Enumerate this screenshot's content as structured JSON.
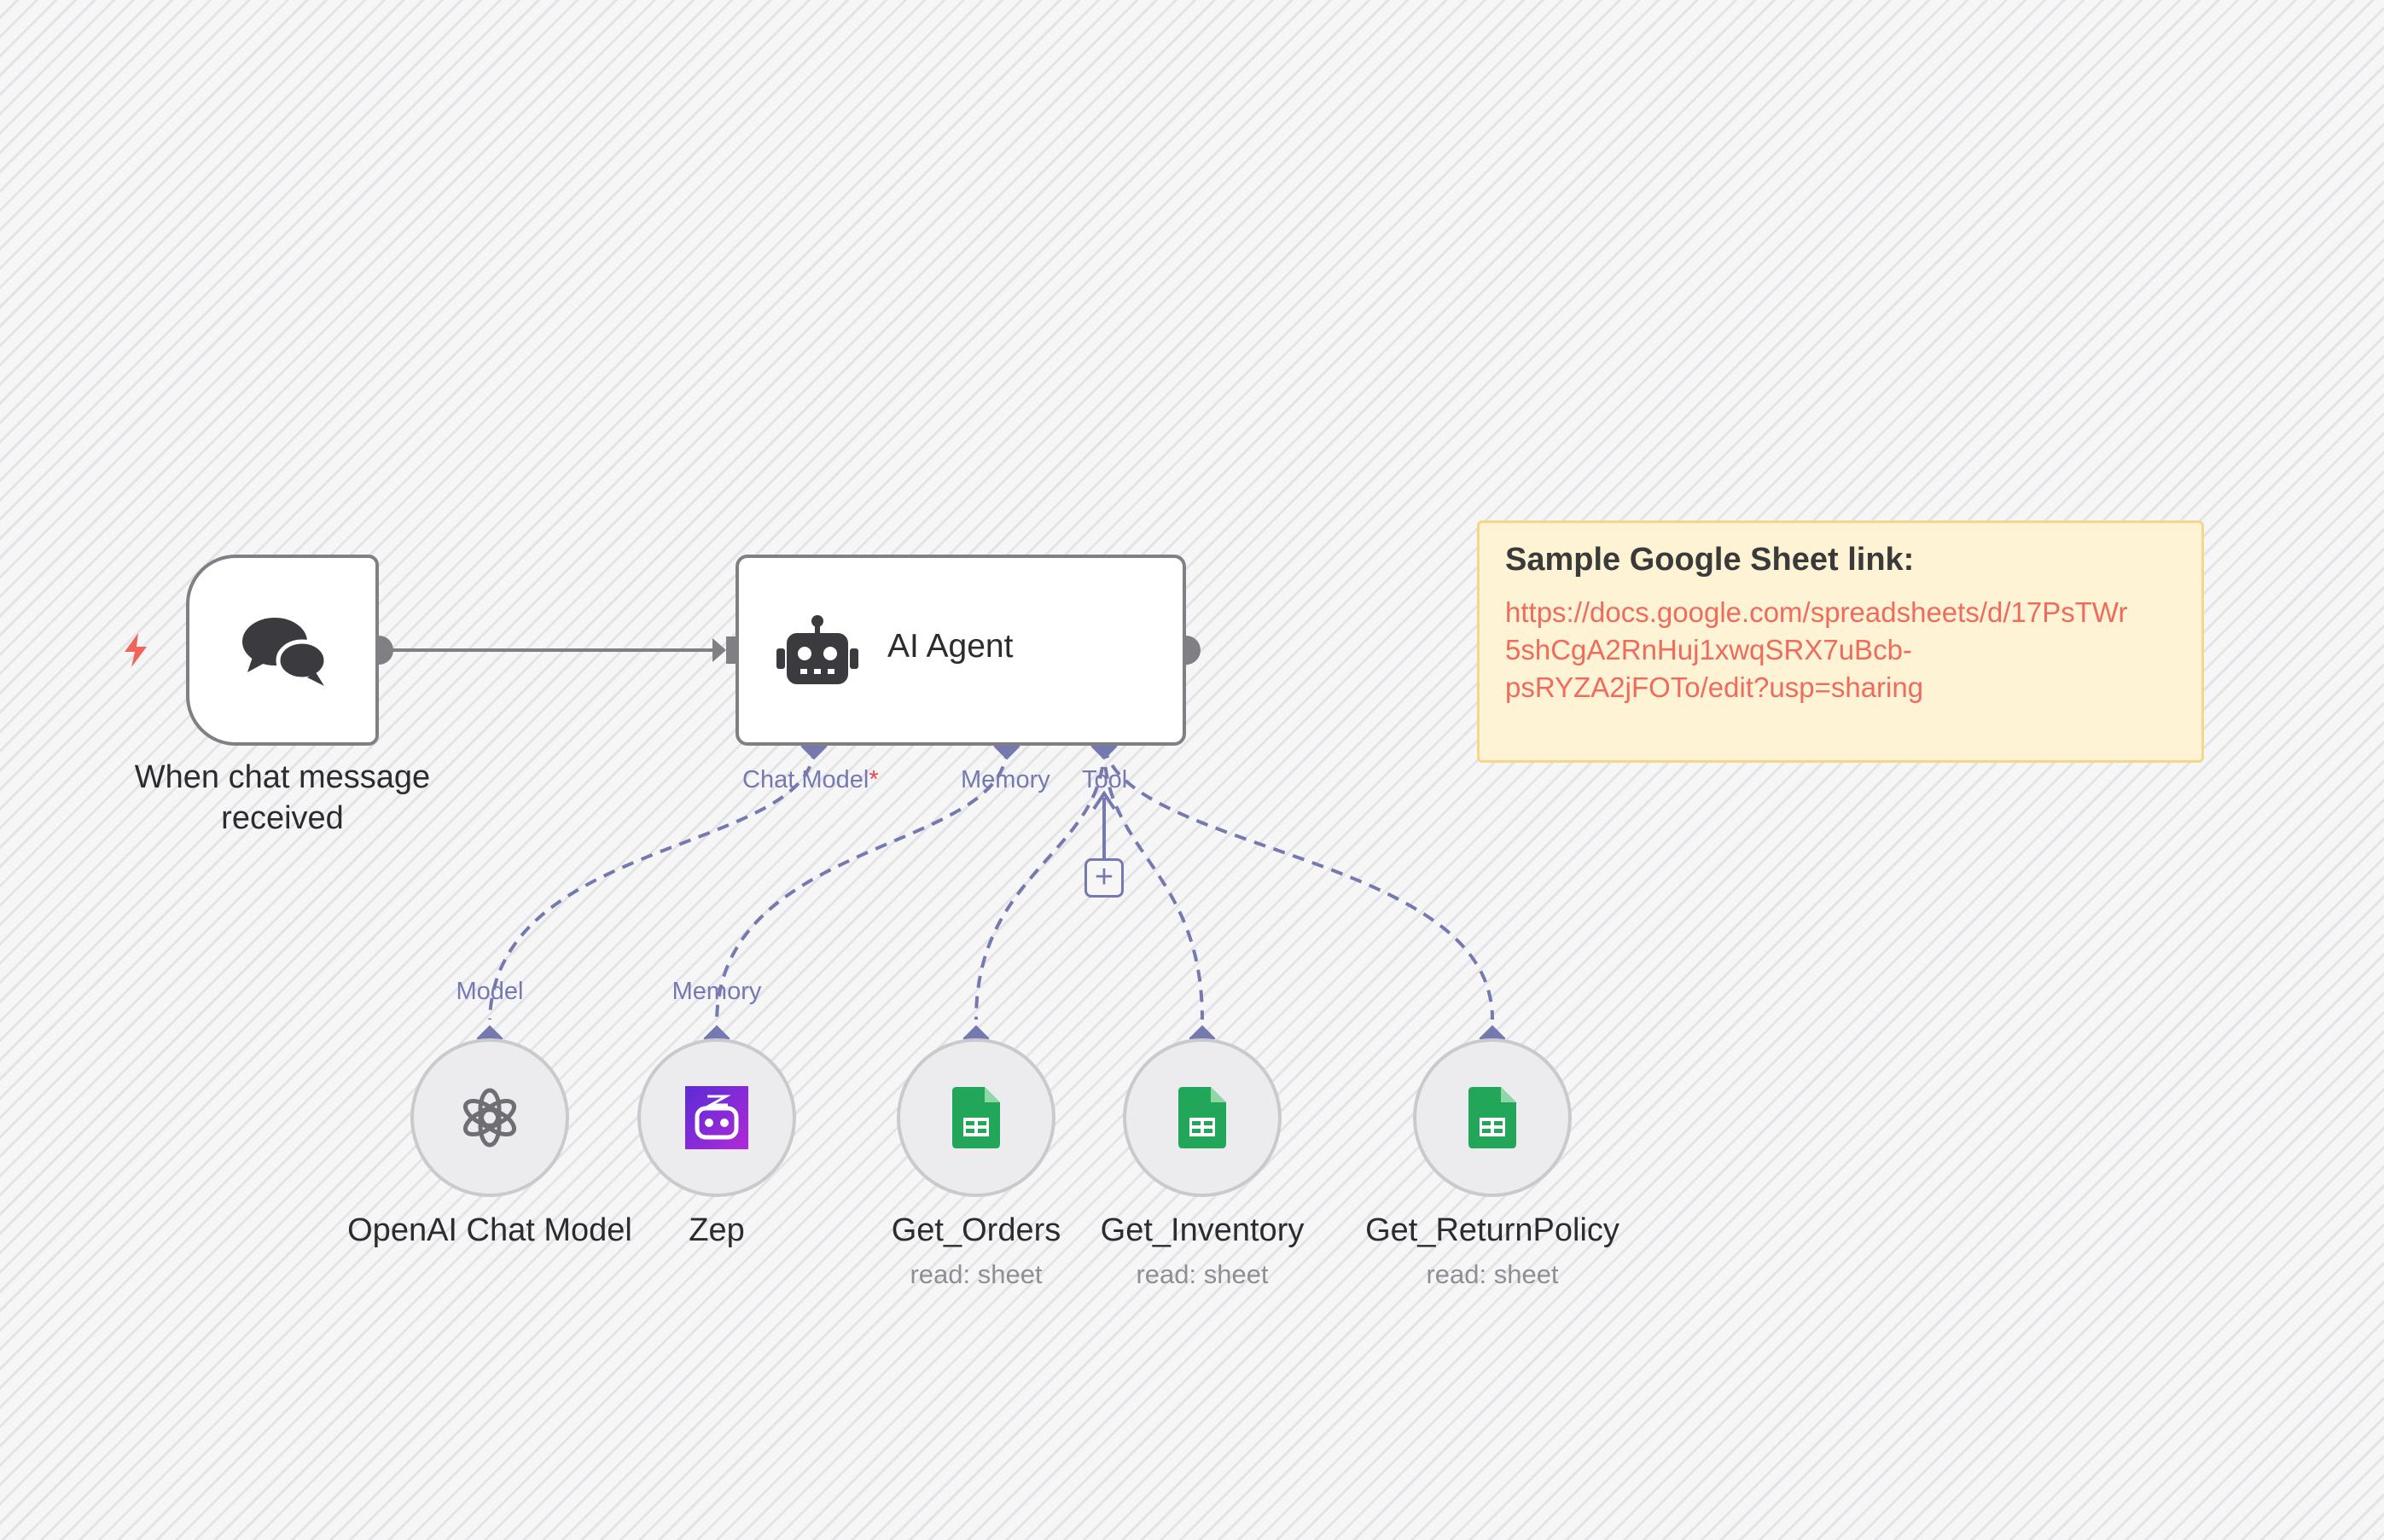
{
  "colors": {
    "node_border": "#7f7f84",
    "connector": "#7579b0",
    "sticky_bg": "#fff3d6",
    "link": "#ef6b5c",
    "trigger_bolt": "#f0645a",
    "sheets_green": "#22a75a",
    "zep_purple": "#7b2bd6"
  },
  "trigger": {
    "title_line1": "When chat message",
    "title_line2": "received",
    "icon": "chat-bubbles-icon",
    "marker_icon": "lightning-bolt-icon"
  },
  "agent": {
    "title": "AI Agent",
    "icon": "robot-icon",
    "handles": {
      "chat_model": "Chat Model",
      "required_mark": "*",
      "memory": "Memory",
      "tool": "Tool"
    }
  },
  "add_tool": {
    "label": "+"
  },
  "sub_nodes": [
    {
      "id": "openai",
      "title": "OpenAI Chat Model",
      "subtitle": "",
      "handle_label": "Model",
      "icon": "openai-logo-icon"
    },
    {
      "id": "zep",
      "title": "Zep",
      "subtitle": "",
      "handle_label": "Memory",
      "icon": "zep-logo-icon"
    },
    {
      "id": "orders",
      "title": "Get_Orders",
      "subtitle": "read: sheet",
      "handle_label": "",
      "icon": "google-sheets-icon"
    },
    {
      "id": "inventory",
      "title": "Get_Inventory",
      "subtitle": "read: sheet",
      "handle_label": "",
      "icon": "google-sheets-icon"
    },
    {
      "id": "returnpolicy",
      "title": "Get_ReturnPolicy",
      "subtitle": "read: sheet",
      "handle_label": "",
      "icon": "google-sheets-icon"
    }
  ],
  "sticky_note": {
    "title": "Sample Google Sheet link:",
    "link_line1": "https://docs.google.com/spreadsheets/d/17PsTWr",
    "link_line2": "5shCgA2RnHuj1xwqSRX7uBcb-",
    "link_line3": "psRYZA2jFOTo/edit?usp=sharing"
  }
}
